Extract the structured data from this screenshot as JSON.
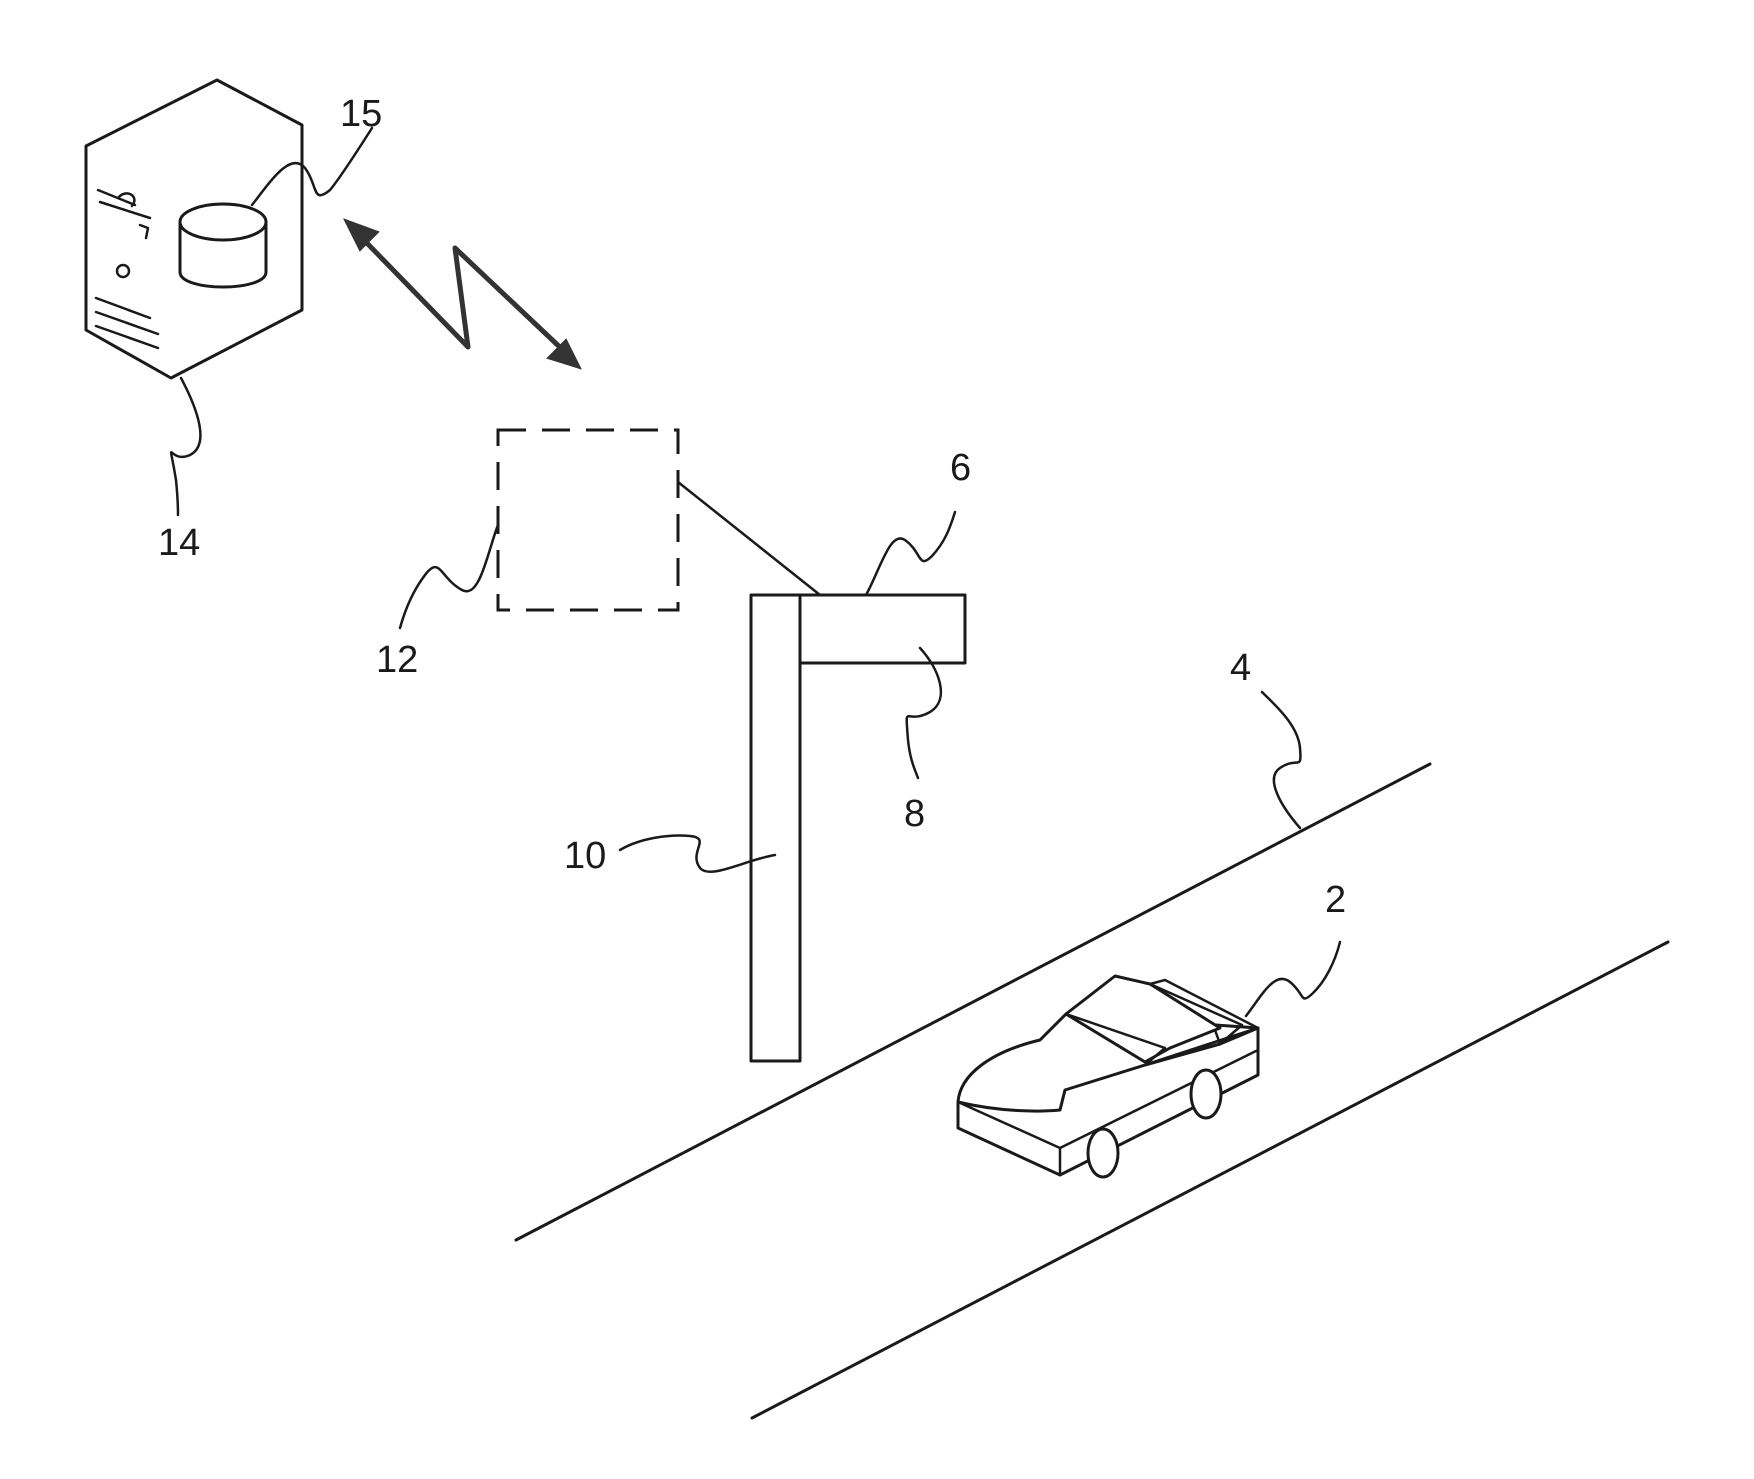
{
  "labels": {
    "server": "14",
    "database": "15",
    "processing_unit": "12",
    "sign_panel": "6",
    "sensor": "8",
    "pole": "10",
    "road": "4",
    "vehicle": "2"
  },
  "colors": {
    "line": "#1a1a1a",
    "arrow": "#333333",
    "background": "#ffffff"
  }
}
